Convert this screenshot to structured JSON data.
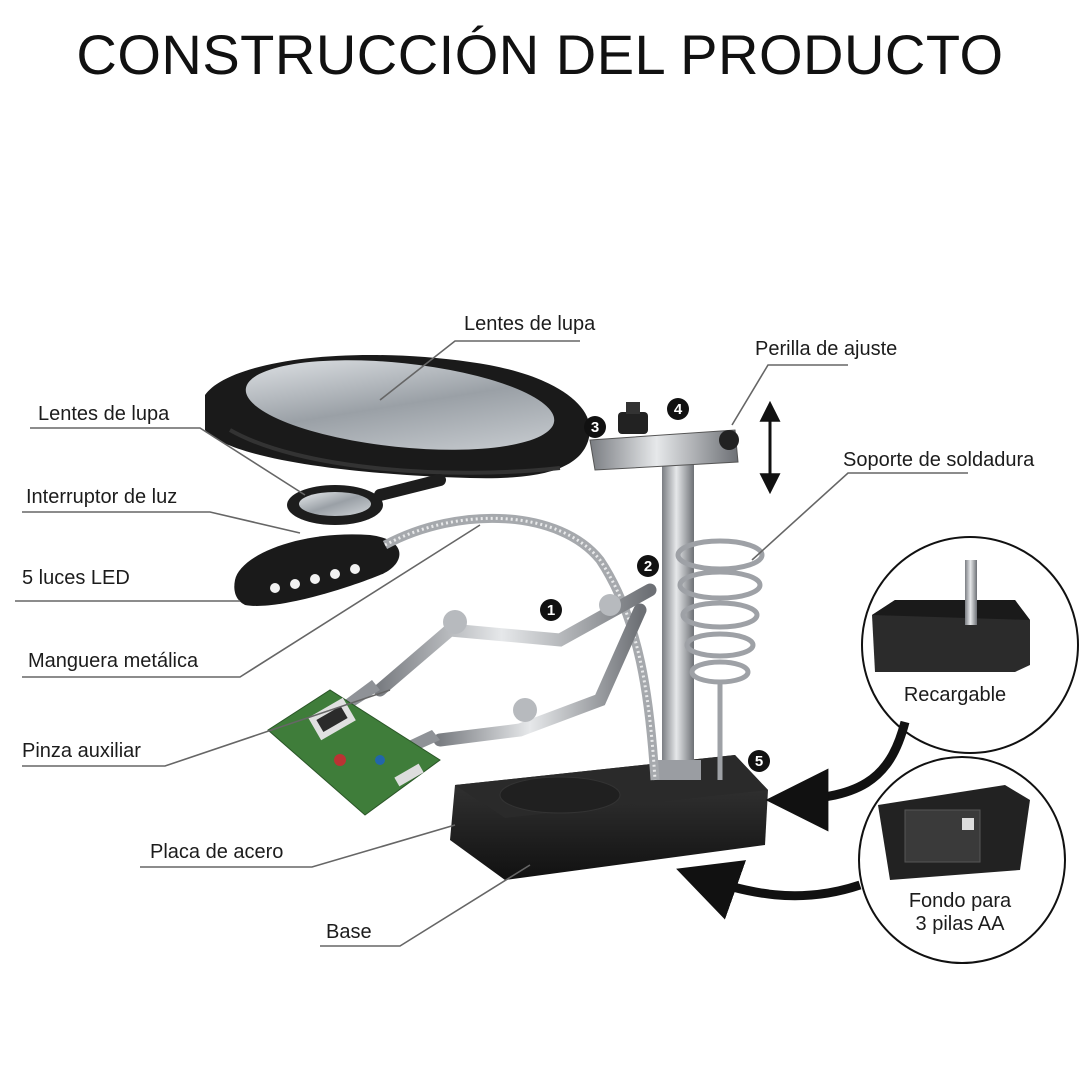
{
  "title": "CONSTRUCCIÓN DEL PRODUCTO",
  "labels": {
    "lentes_lupa_top": "Lentes de lupa",
    "lentes_lupa_left": "Lentes de lupa",
    "perilla": "Perilla de ajuste",
    "soporte": "Soporte de soldadura",
    "interruptor": "Interruptor de luz",
    "luces": "5 luces LED",
    "manguera": "Manguera metálica",
    "pinza": "Pinza auxiliar",
    "placa": "Placa de acero",
    "base": "Base"
  },
  "insets": {
    "recargable": "Recargable",
    "fondo_line1": "Fondo para",
    "fondo_line2": "3 pilas AA"
  },
  "markers": [
    "1",
    "2",
    "3",
    "4",
    "5"
  ],
  "colors": {
    "line": "#666666",
    "dark": "#1b1b1b",
    "metal": "#b9bcc0",
    "pcb": "#3f7d3a"
  }
}
